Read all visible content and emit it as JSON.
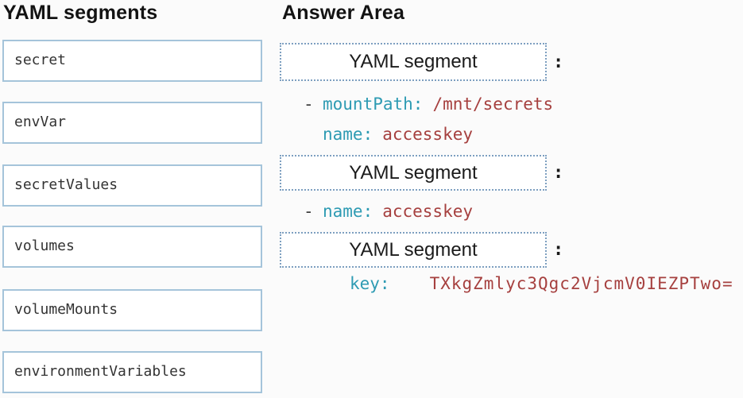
{
  "left_panel": {
    "title": "YAML segments",
    "segments": [
      "secret",
      "envVar",
      "secretValues",
      "volumes",
      "volumeMounts",
      "environmentVariables"
    ]
  },
  "answer_area": {
    "title": "Answer Area",
    "drop_zone_label": "YAML segment",
    "separator": ":",
    "blocks": [
      {
        "lines": [
          {
            "dash": "-",
            "key": "mountPath:",
            "value": "/mnt/secrets"
          },
          {
            "dash": "",
            "key": "name:",
            "value": "accesskey"
          }
        ]
      },
      {
        "lines": [
          {
            "dash": "-",
            "key": "name:",
            "value": "accesskey"
          }
        ]
      },
      {
        "lines": [
          {
            "dash": "",
            "key": "key:",
            "value": "TXkgZmlyc3Qgc2VjcmV0IEZPTwo="
          }
        ]
      }
    ]
  },
  "colors": {
    "key_text": "#2e9bb3",
    "value_text": "#a6403f",
    "dash_text": "#3a3a3a",
    "option_border": "#a5c4da",
    "drop_zone_border": "#7d9fc0"
  }
}
